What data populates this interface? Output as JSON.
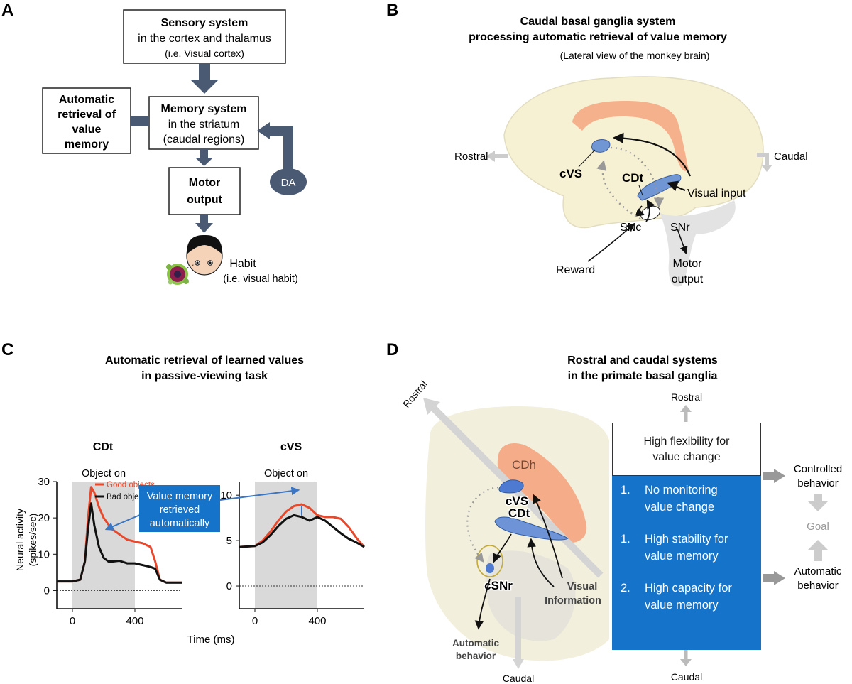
{
  "panelA": {
    "letter": "A",
    "sensory": {
      "title": "Sensory system",
      "line1": "in the cortex and thalamus",
      "line2": "(i.e. Visual cortex)"
    },
    "memory": {
      "title": "Memory system",
      "line1": "in the striatum",
      "line2": "(caudal regions)"
    },
    "automatic": {
      "l1": "Automatic",
      "l2": "retrieval of",
      "l3": "value",
      "l4": "memory"
    },
    "motor": {
      "l1": "Motor",
      "l2": "output"
    },
    "da": "DA",
    "habit": {
      "l1": "Habit",
      "l2": "(i.e. visual habit)"
    }
  },
  "panelB": {
    "letter": "B",
    "title1": "Caudal basal ganglia system",
    "title2": "processing automatic retrieval of value memory",
    "subtitle": "(Lateral view of the monkey brain)",
    "rostral": "Rostral",
    "caudal": "Caudal",
    "cvs": "cVS",
    "cdt": "CDt",
    "visual_input": "Visual input",
    "snc": "SNc",
    "snr": "SNr",
    "reward": "Reward",
    "motor1": "Motor",
    "motor2": "output"
  },
  "panelC": {
    "letter": "C",
    "title1": "Automatic retrieval of learned values",
    "title2": "in passive-viewing task",
    "ylabel1": "Neural activity",
    "ylabel2": "(spikes/sec)",
    "xlabel": "Time (ms)",
    "callout1": "Value memory",
    "callout2": "retrieved",
    "callout3": "automatically",
    "object_on": "Object on",
    "series_colors": {
      "good": "#e8482c",
      "bad": "#111111"
    }
  },
  "chart_data": [
    {
      "type": "line",
      "title": "CDt",
      "xlabel": "Time (ms)",
      "ylabel": "Neural activity (spikes/sec)",
      "xlim": [
        -100,
        700
      ],
      "ylim": [
        -5,
        30
      ],
      "xticks": [
        0,
        400
      ],
      "yticks": [
        0,
        10,
        20,
        30
      ],
      "shaded_region": {
        "label": "Object on",
        "x": [
          0,
          400
        ]
      },
      "legend": "top-right",
      "series": [
        {
          "name": "Good objects",
          "color": "#e8482c",
          "x": [
            -100,
            0,
            50,
            80,
            100,
            120,
            140,
            170,
            200,
            250,
            300,
            350,
            400,
            450,
            500,
            530,
            560,
            600,
            650,
            700
          ],
          "y": [
            2.5,
            2.5,
            3,
            8,
            20,
            28.5,
            27,
            23,
            20,
            17,
            15.5,
            14,
            13.5,
            13,
            12,
            8,
            3,
            2.2,
            2.2,
            2.2
          ]
        },
        {
          "name": "Bad objects",
          "color": "#111111",
          "x": [
            -100,
            0,
            50,
            80,
            100,
            120,
            140,
            170,
            200,
            230,
            260,
            300,
            350,
            400,
            450,
            500,
            530,
            560,
            600,
            650,
            700
          ],
          "y": [
            2.5,
            2.5,
            3,
            8,
            17,
            24,
            18,
            12,
            9,
            8,
            8,
            8.2,
            7.5,
            7.5,
            7,
            6.5,
            6,
            3,
            2.2,
            2.2,
            2.2
          ]
        }
      ]
    },
    {
      "type": "line",
      "title": "cVS",
      "xlim": [
        -100,
        700
      ],
      "ylim": [
        -2.5,
        11.5
      ],
      "xticks": [
        0,
        400
      ],
      "yticks": [
        0,
        5,
        10
      ],
      "shaded_region": {
        "label": "Object on",
        "x": [
          0,
          400
        ]
      },
      "series": [
        {
          "name": "Good objects",
          "color": "#e8482c",
          "x": [
            -100,
            0,
            50,
            100,
            150,
            200,
            250,
            300,
            350,
            400,
            450,
            500,
            550,
            600,
            650,
            700
          ],
          "y": [
            4.3,
            4.4,
            5,
            6,
            7.2,
            8.2,
            8.8,
            9.0,
            8.6,
            7.8,
            7.6,
            7.6,
            7.4,
            6.5,
            5.3,
            4.3
          ]
        },
        {
          "name": "Bad objects",
          "color": "#111111",
          "x": [
            -100,
            0,
            50,
            100,
            150,
            200,
            250,
            300,
            350,
            400,
            450,
            500,
            550,
            600,
            650,
            700
          ],
          "y": [
            4.3,
            4.4,
            4.8,
            5.6,
            6.6,
            7.4,
            7.8,
            7.6,
            7.2,
            7.6,
            7.2,
            6.5,
            5.8,
            5.2,
            4.8,
            4.3
          ]
        }
      ]
    }
  ],
  "panelD": {
    "letter": "D",
    "title1": "Rostral and caudal systems",
    "title2": "in the primate basal ganglia",
    "rostral_diag": "Rostral",
    "rostral_top": "Rostral",
    "caudal_bottom": "Caudal",
    "caudal_brain": "Caudal",
    "cdh": "CDh",
    "cvs": "cVS",
    "cdt": "CDt",
    "csnr": "cSNr",
    "visual1": "Visual",
    "visual2": "Information",
    "auto_beh1": "Automatic",
    "auto_beh2": "behavior",
    "box_top": "High flexibility for\nvalue change",
    "items": [
      {
        "num": "1.",
        "text": "No monitoring\nvalue change"
      },
      {
        "num": "1.",
        "text": "High stability for\nvalue memory"
      },
      {
        "num": "2.",
        "text": "High capacity for\nvalue memory"
      }
    ],
    "controlled1": "Controlled",
    "controlled2": "behavior",
    "goal": "Goal",
    "automatic1": "Automatic",
    "automatic2": "behavior"
  }
}
